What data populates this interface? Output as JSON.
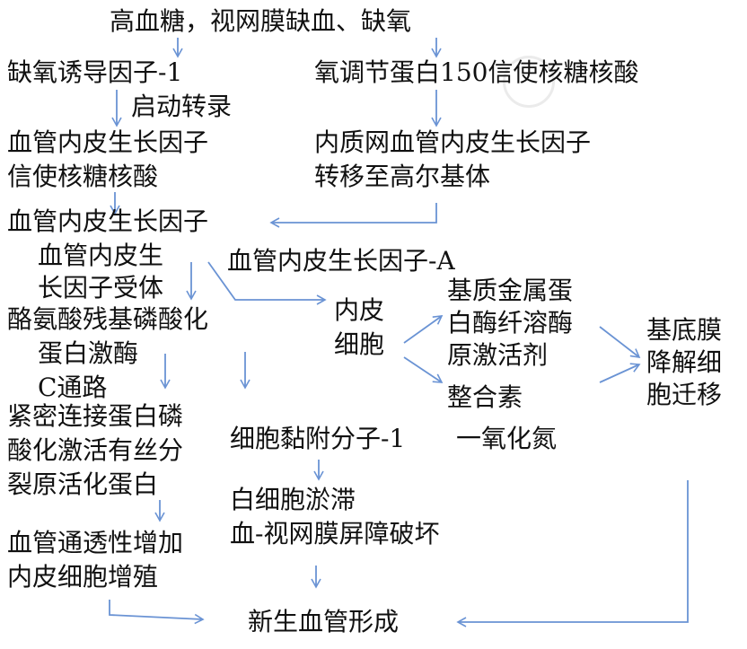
{
  "nodes": {
    "root": "高血糖，视网膜缺血、缺氧",
    "hif1": "缺氧诱导因子-1",
    "start_transcription": "启动转录",
    "orp150": "氧调节蛋白150信使核糖核酸",
    "vegf_mrna": [
      "血管内皮生长因子",
      "信使核糖核酸"
    ],
    "er_vegf": [
      "内质网血管内皮生长因子",
      "转移至高尔基体"
    ],
    "vegf": "血管内皮生长因子",
    "vegf_receptor": [
      "血管内皮生",
      "长因子受体"
    ],
    "vegf_a": "血管内皮生长因子-A",
    "tyrosine": "酪氨酸残基磷酸化",
    "pkc": [
      "蛋白激酶",
      "C通路"
    ],
    "endothelial": [
      "内皮",
      "细胞"
    ],
    "mmp": [
      "基质金属蛋",
      "白酶纤溶酶",
      "原激活剂"
    ],
    "integrin": "整合素",
    "basement": [
      "基底膜",
      "降解细",
      "胞迁移"
    ],
    "tight_junction": [
      "紧密连接蛋白磷",
      "酸化激活有丝分",
      "裂原活化蛋白"
    ],
    "icam1": "细胞黏附分子-1",
    "no": "一氧化氮",
    "leukostasis": [
      "白细胞淤滞",
      "血-视网膜屏障破坏"
    ],
    "permeability": [
      "血管通透性增加",
      "内皮细胞增殖"
    ],
    "neovascularization": "新生血管形成"
  },
  "colors": {
    "arrow": "#6a93d4",
    "text": "#111111"
  }
}
